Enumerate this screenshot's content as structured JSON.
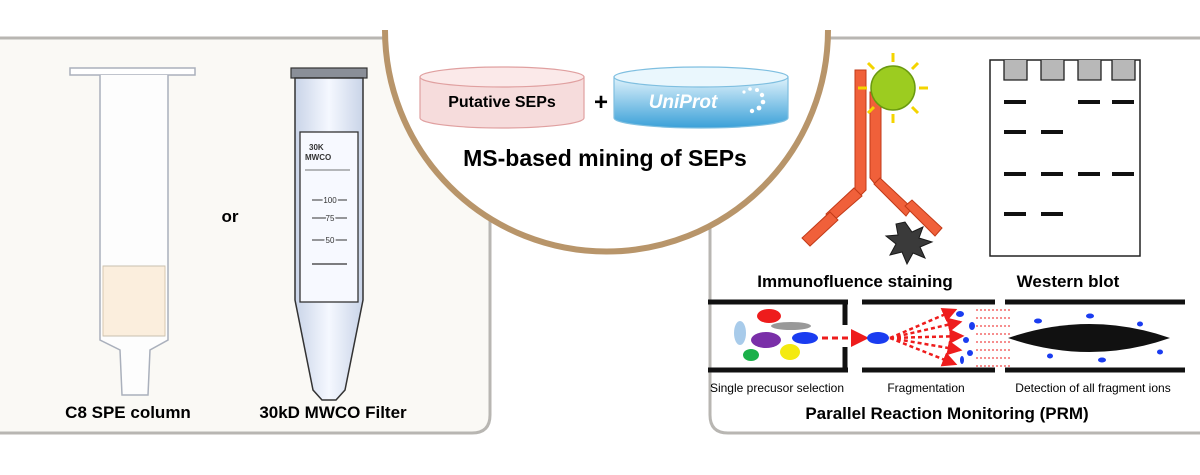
{
  "left_panel": {
    "column_label": "C8 SPE column",
    "connector": "or",
    "filter_label": "30kD MWCO Filter",
    "filter_tube_text": [
      "30K",
      "MWCO"
    ],
    "filter_marks": [
      "100",
      "75",
      "50"
    ]
  },
  "center": {
    "db1_label": "Putative SEPs",
    "plus": "+",
    "uniprot_logo_text": "UniProt",
    "title": "MS-based mining of SEPs"
  },
  "right_panel": {
    "immuno_label": "Immunofluence staining",
    "western_label": "Western blot",
    "prm": {
      "stage1": "Single precusor selection",
      "stage2": "Fragmentation",
      "stage3": "Detection of all fragment ions",
      "title": "Parallel Reaction Monitoring (PRM)"
    }
  },
  "colors": {
    "panel_border": "#b8b6b2",
    "left_panel_fill": "#faf9f5",
    "circle_border": "#b8956a",
    "antibody": "#f0603a",
    "sun": "#9ccc20",
    "sun_rays": "#f4d400",
    "db1_fill": "#f6dcdc",
    "uniprot_blue": "#2e8fd0",
    "arrow_red": "#ee1c1c"
  }
}
